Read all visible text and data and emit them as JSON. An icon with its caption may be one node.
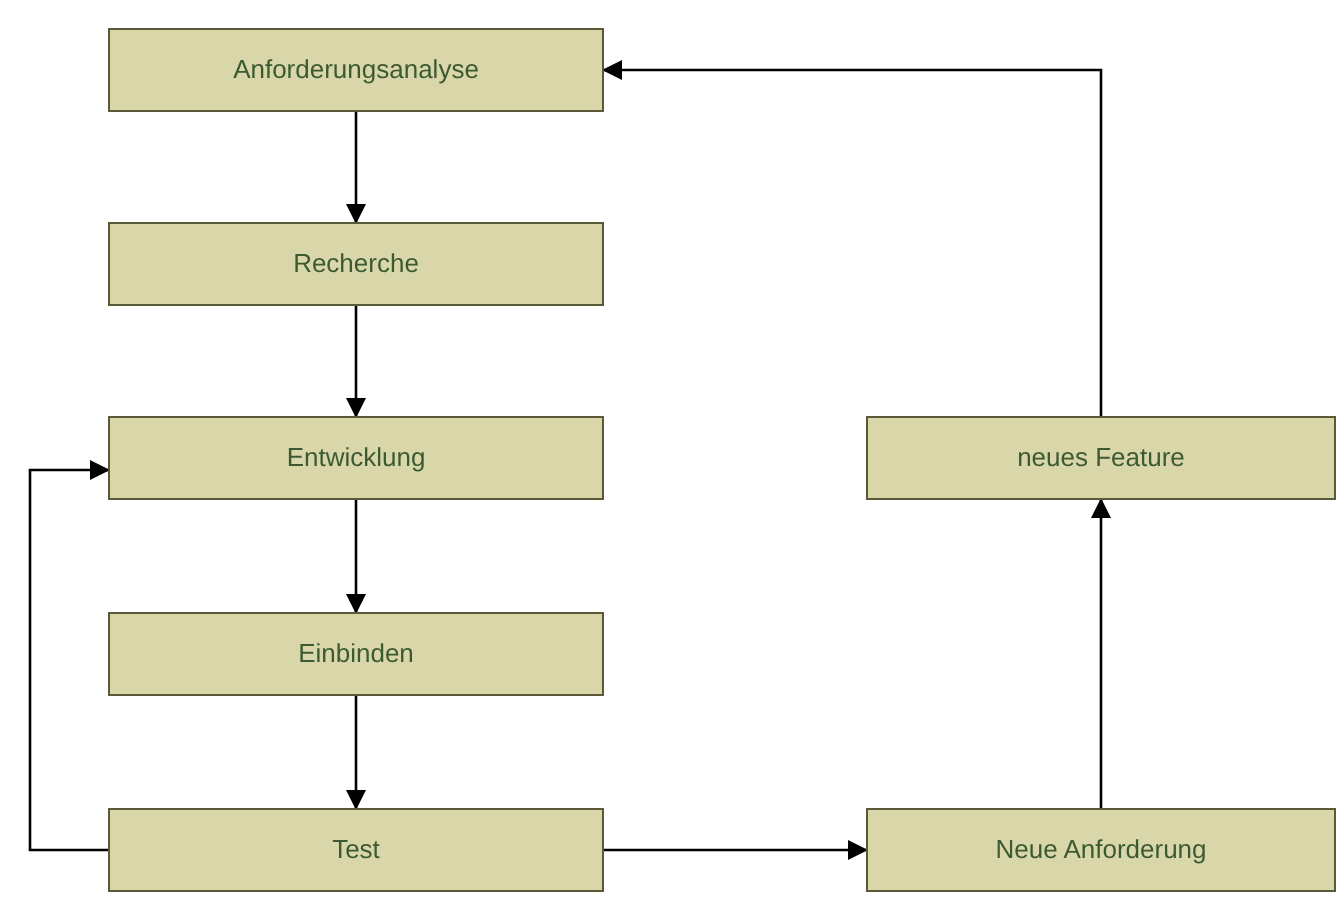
{
  "diagram": {
    "nodes": [
      {
        "text": [
          "Anforderungsanalyse"
        ]
      },
      {
        "text": [
          "Recherche"
        ]
      },
      {
        "text": [
          "Entwicklung"
        ]
      },
      {
        "text": [
          "neues Feature"
        ]
      },
      {
        "text": [
          "Einbinden"
        ]
      },
      {
        "text": [
          "Test"
        ]
      },
      {
        "text": [
          "Neue Anforderung"
        ]
      }
    ],
    "edges": [
      {
        "from": 0,
        "to": 1,
        "arrow": "to"
      },
      {
        "from": 1,
        "to": 2,
        "arrow": "to"
      },
      {
        "from": 2,
        "to": 4,
        "arrow": "to"
      },
      {
        "from": 4,
        "to": 5,
        "arrow": "to"
      },
      {
        "from": 5,
        "to": 2,
        "arrow": "to"
      },
      {
        "from": 5,
        "to": 6,
        "arrow": "to"
      },
      {
        "from": 6,
        "to": 3,
        "arrow": "to"
      },
      {
        "from": 3,
        "to": 0,
        "arrow": "to"
      }
    ]
  }
}
